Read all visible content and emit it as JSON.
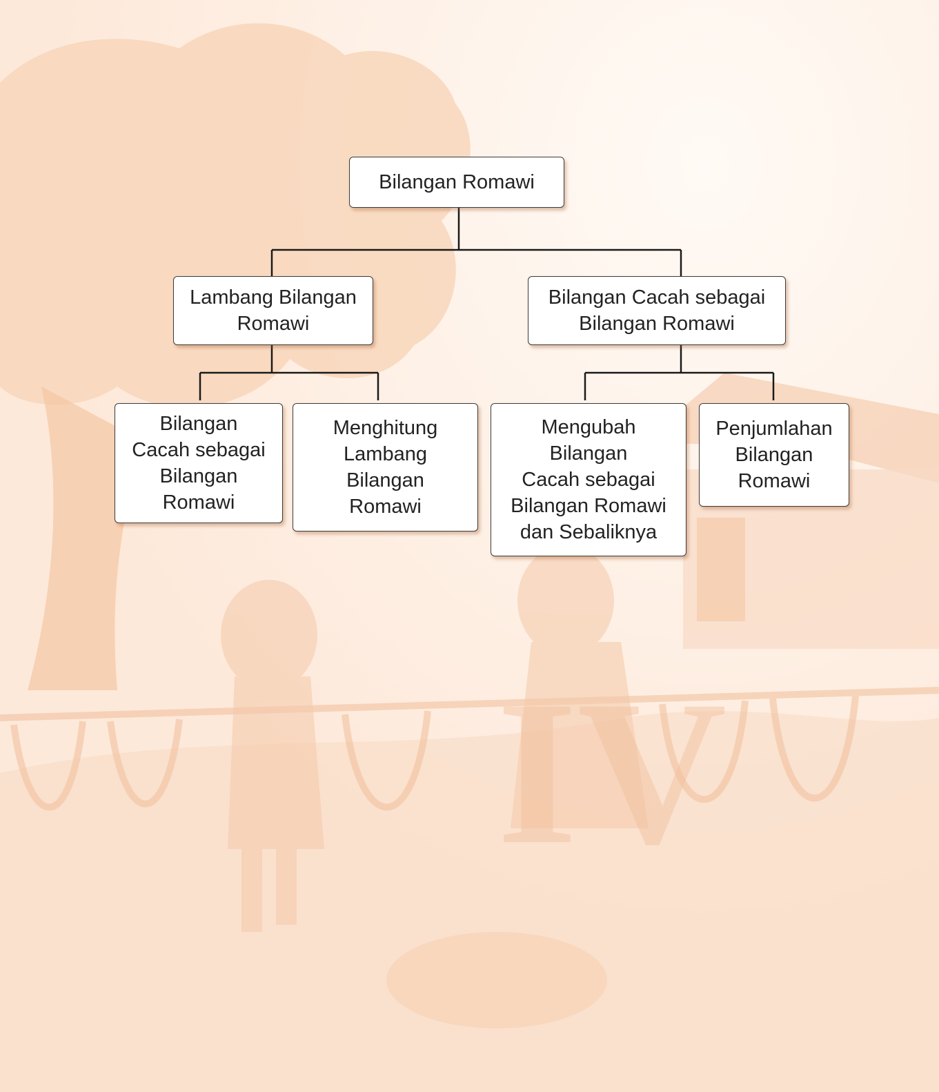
{
  "diagram": {
    "root": {
      "label": "Bilangan Romawi"
    },
    "left_branch": {
      "label": "Lambang Bilangan\nRomawi",
      "children": [
        {
          "label": "Bilangan\nCacah sebagai\nBilangan\nRomawi"
        },
        {
          "label": "Menghitung\nLambang\nBilangan\nRomawi"
        }
      ]
    },
    "right_branch": {
      "label": "Bilangan Cacah sebagai\nBilangan Romawi",
      "children": [
        {
          "label": "Mengubah\nBilangan\nCacah sebagai\nBilangan Romawi\ndan Sebaliknya"
        },
        {
          "label": "Penjumlahan\nBilangan\nRomawi"
        }
      ]
    }
  },
  "colors": {
    "background": "#fdeee2",
    "illustration": "#f5c9a8",
    "box_border": "#3a3a3a",
    "connector": "#1a1a1a"
  }
}
